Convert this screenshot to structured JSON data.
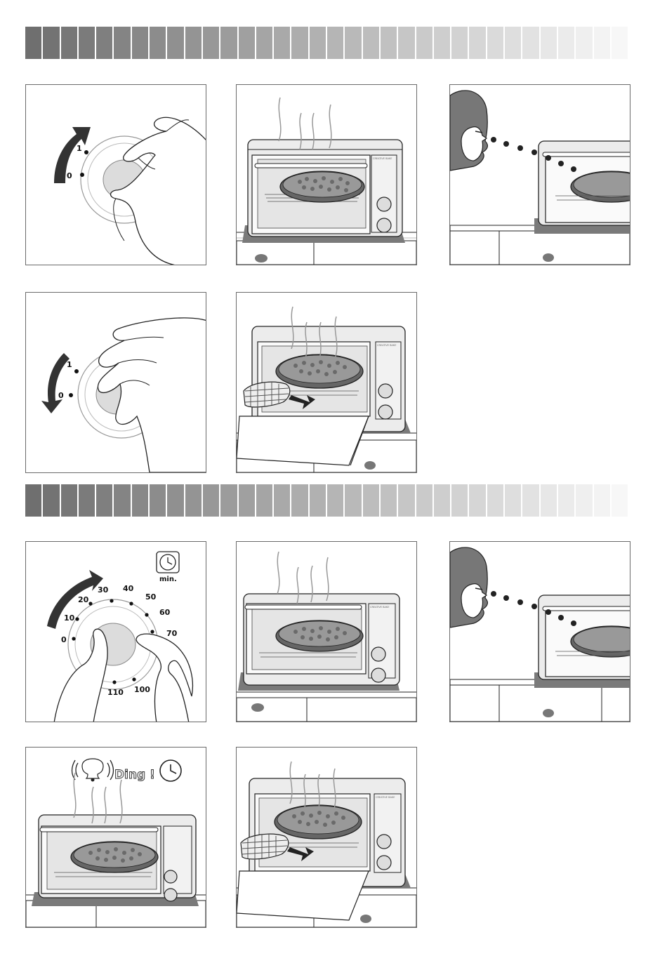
{
  "bands": [
    {
      "id": "top",
      "segments": 34,
      "from": "#6f6f6f",
      "to": "#f7f7f7"
    },
    {
      "id": "middle",
      "segments": 34,
      "from": "#6f6f6f",
      "to": "#f7f7f7"
    }
  ],
  "on_off": {
    "on_label": "1",
    "off_label": "0"
  },
  "timer": {
    "ticks": [
      "0",
      "10",
      "20",
      "30",
      "40",
      "50",
      "60",
      "70",
      "100",
      "110"
    ],
    "unit_label": "min."
  },
  "ding": {
    "text": "Ding !"
  },
  "oven": {
    "brand": "CREATIVE BAKE"
  },
  "colors": {
    "line": "#222222",
    "oven_body": "#e9e9e9",
    "oven_base": "#7a7a7a",
    "knob": "#d9d9d9",
    "tart": "#777777"
  }
}
